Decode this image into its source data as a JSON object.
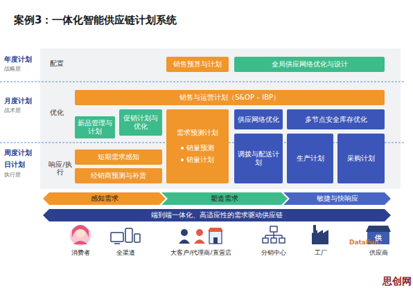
{
  "diagram": {
    "title": "案例3：一体化智能供应链计划系统",
    "nodes": [
      {
        "text": [
          "销售预算与计划"
        ]
      },
      {
        "text": [
          "全局供应网络优化与设计"
        ]
      },
      {
        "text": [
          "销售与运营计划（S&OP – IBP）"
        ]
      },
      {
        "text": [
          "新品管理与计划"
        ]
      },
      {
        "text": [
          "促销计划与优化"
        ]
      },
      {
        "text": [
          "需求预测计划",
          "销量预测",
          "销量计划"
        ]
      },
      {
        "text": [
          "供应网络优化"
        ]
      },
      {
        "text": [
          "多节点安全库存优化"
        ]
      },
      {
        "text": [
          "短期需求感知"
        ]
      },
      {
        "text": [
          "经销商预测与补货"
        ]
      },
      {
        "text": [
          "调拨与配送计划"
        ]
      },
      {
        "text": [
          "生产计划"
        ]
      },
      {
        "text": [
          "采购计划"
        ]
      },
      {
        "text": [
          "感知需求"
        ]
      },
      {
        "text": [
          "塑造需求"
        ]
      },
      {
        "text": [
          "敏捷与快响应"
        ]
      },
      {
        "text": [
          "端到端一体化、高适应性的需求驱动供应链"
        ]
      }
    ],
    "labels": [
      "年度计划",
      "战略层",
      "配置",
      "月度计划",
      "战术层",
      "优化",
      "周度计划",
      "日计划",
      "执行层",
      "响应/执行",
      "消费者",
      "全渠道",
      "大客户/代理商/直营店",
      "分销中心",
      "工厂",
      "供",
      "供应商",
      "DataFun.",
      "思创网"
    ]
  }
}
